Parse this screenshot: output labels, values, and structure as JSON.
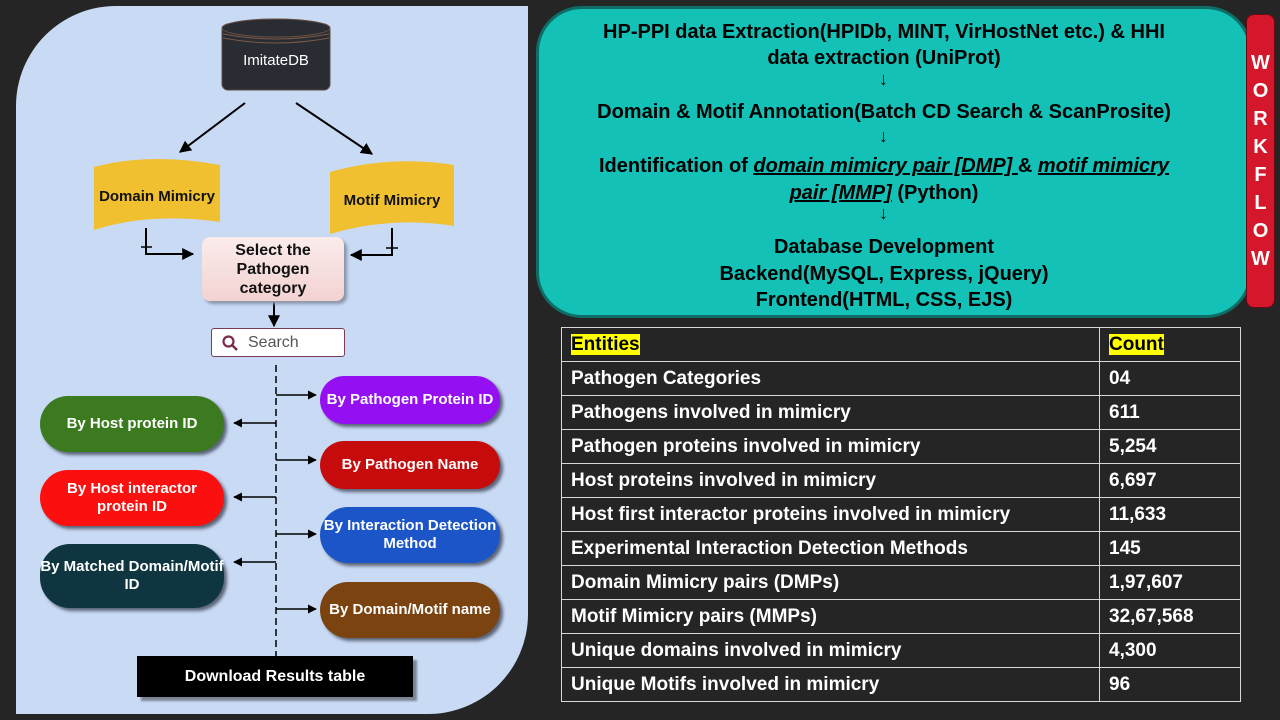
{
  "flowchart": {
    "database_label": "ImitateDB",
    "domain_mimicry": "Domain Mimicry",
    "motif_mimicry": "Motif Mimicry",
    "select_category": "Select the Pathogen category",
    "search_placeholder": "Search",
    "search_icon": "magnifier",
    "search_options_left": [
      {
        "label": "By Host protein ID",
        "color": "#3c7a1f"
      },
      {
        "label": "By Host interactor protein ID",
        "color": "#fb0f0f"
      },
      {
        "label": "By Matched Domain/Motif ID",
        "color": "#0f3640"
      }
    ],
    "search_options_right": [
      {
        "label": "By Pathogen Protein ID",
        "color": "#9410f2"
      },
      {
        "label": "By Pathogen Name",
        "color": "#c50b0b"
      },
      {
        "label": "By Interaction Detection Method",
        "color": "#1c55c8"
      },
      {
        "label": "By Domain/Motif name",
        "color": "#7a4310"
      }
    ],
    "download_label": "Download Results table"
  },
  "workflow": {
    "tab_label": [
      "W",
      "O",
      "R",
      "K",
      "F",
      "L",
      "O",
      "W"
    ],
    "step1_line1": "HP-PPI data Extraction(HPIDb, MINT, VirHostNet etc.) & HHI",
    "step1_line2": "data extraction (UniProt)",
    "step2": "Domain & Motif Annotation(Batch CD Search & ScanProsite)",
    "step3_prefix": "Identification of ",
    "step3_dmp": "domain mimicry pair [DMP] ",
    "step3_amp": "& ",
    "step3_mmp1": "motif mimicry",
    "step3_mmp2": "pair [MMP]",
    "step3_suffix": " (Python)",
    "step4_line1": "Database Development",
    "step4_line2": "Backend(MySQL, Express, jQuery)",
    "step4_line3": "Frontend(HTML, CSS, EJS)",
    "arrow": "↓"
  },
  "stats_table": {
    "headers": [
      "Entities",
      "Count"
    ],
    "rows": [
      [
        "Pathogen Categories",
        "04"
      ],
      [
        "Pathogens involved in mimicry",
        "611"
      ],
      [
        "Pathogen proteins involved in mimicry",
        "5,254"
      ],
      [
        "Host proteins involved in mimicry",
        "6,697"
      ],
      [
        "Host first interactor proteins involved in mimicry",
        "11,633"
      ],
      [
        "Experimental Interaction Detection Methods",
        "145"
      ],
      [
        "Domain Mimicry pairs (DMPs)",
        "1,97,607"
      ],
      [
        "Motif Mimicry pairs (MMPs)",
        "32,67,568"
      ],
      [
        "Unique domains involved in mimicry",
        "4,300"
      ],
      [
        "Unique Motifs involved in mimicry",
        "96"
      ]
    ]
  }
}
